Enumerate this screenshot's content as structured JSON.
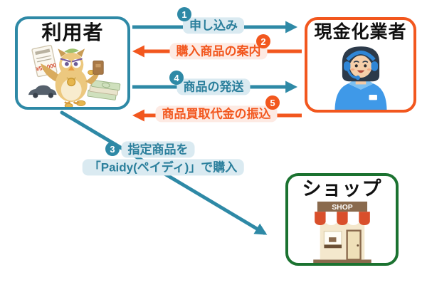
{
  "nodes": {
    "user": {
      "label": "利用者"
    },
    "agency": {
      "label": "現金化業者"
    },
    "shop": {
      "label": "ショップ",
      "sign": "SHOP"
    }
  },
  "steps": [
    {
      "num": "1",
      "label": "申し込み",
      "from": "利用者",
      "to": "現金化業者",
      "color": "teal"
    },
    {
      "num": "2",
      "label": "購入商品の案内",
      "from": "現金化業者",
      "to": "利用者",
      "color": "orange"
    },
    {
      "num": "3",
      "label": "指定商品を",
      "label2": "「Paidy(ペイディ)」で購入",
      "from": "利用者",
      "to": "ショップ",
      "color": "teal"
    },
    {
      "num": "4",
      "label": "商品の発送",
      "from": "利用者",
      "to": "現金化業者",
      "color": "teal"
    },
    {
      "num": "5",
      "label": "商品買取代金の振込",
      "from": "現金化業者",
      "to": "利用者",
      "color": "orange"
    }
  ],
  "colors": {
    "teal": "#2e89a6",
    "orange": "#f2571e",
    "label_bg_blue": "#daeaf1",
    "label_bg_pink": "#fdeae3",
    "shop_border_green": "#1b7230"
  },
  "icons": {
    "user": "owl-mascot-with-receipt-car-and-money",
    "agency": "female-call-center-operator-with-headset",
    "shop": "storefront-with-striped-awning"
  }
}
